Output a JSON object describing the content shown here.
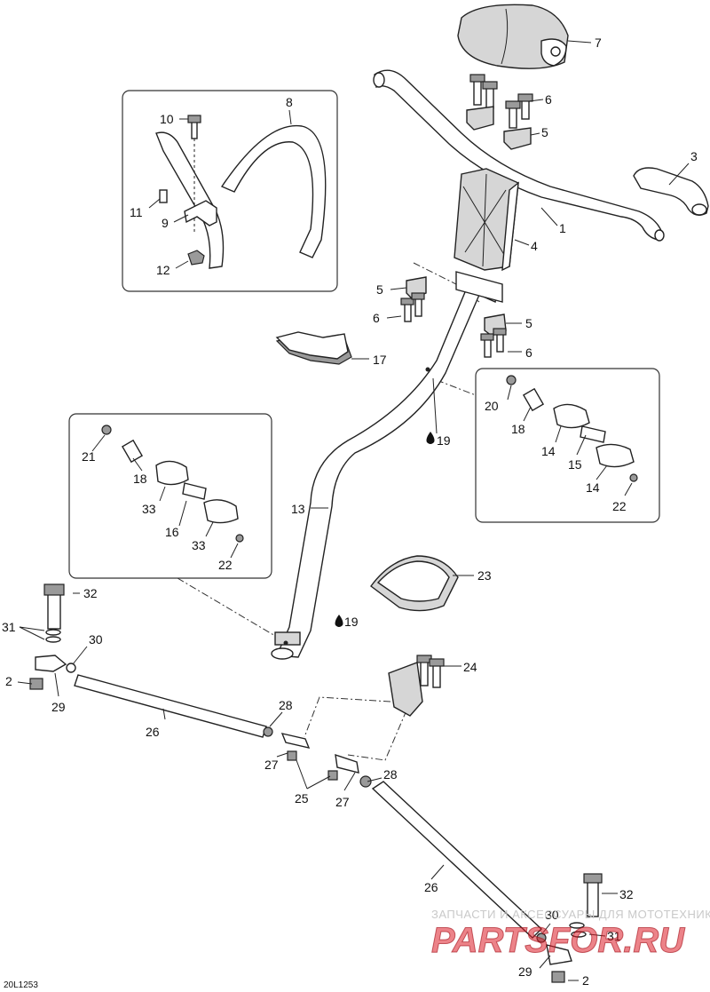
{
  "diagram_code": "20L1253",
  "watermark": {
    "tagline": "ЗАПЧАСТИ И АКСЕССУАРЫ ДЛЯ МОТОТЕХНИКИ",
    "site": "PARTSFOR.RU"
  },
  "callouts": [
    {
      "id": "c7",
      "text": "7"
    },
    {
      "id": "c6a",
      "text": "6"
    },
    {
      "id": "c5a",
      "text": "5"
    },
    {
      "id": "c3",
      "text": "3"
    },
    {
      "id": "c1",
      "text": "1"
    },
    {
      "id": "c4",
      "text": "4"
    },
    {
      "id": "c5b",
      "text": "5"
    },
    {
      "id": "c6b",
      "text": "6"
    },
    {
      "id": "c5c",
      "text": "5"
    },
    {
      "id": "c6c",
      "text": "6"
    },
    {
      "id": "c17",
      "text": "17"
    },
    {
      "id": "c10",
      "text": "10"
    },
    {
      "id": "c8",
      "text": "8"
    },
    {
      "id": "c11",
      "text": "11"
    },
    {
      "id": "c9",
      "text": "9"
    },
    {
      "id": "c12",
      "text": "12"
    },
    {
      "id": "c20",
      "text": "20"
    },
    {
      "id": "c18a",
      "text": "18"
    },
    {
      "id": "c14a",
      "text": "14"
    },
    {
      "id": "c15",
      "text": "15"
    },
    {
      "id": "c14b",
      "text": "14"
    },
    {
      "id": "c22a",
      "text": "22"
    },
    {
      "id": "c19a",
      "text": "19"
    },
    {
      "id": "c21",
      "text": "21"
    },
    {
      "id": "c18b",
      "text": "18"
    },
    {
      "id": "c33a",
      "text": "33"
    },
    {
      "id": "c16",
      "text": "16"
    },
    {
      "id": "c33b",
      "text": "33"
    },
    {
      "id": "c22b",
      "text": "22"
    },
    {
      "id": "c13",
      "text": "13"
    },
    {
      "id": "c23",
      "text": "23"
    },
    {
      "id": "c19b",
      "text": "19"
    },
    {
      "id": "c32a",
      "text": "32"
    },
    {
      "id": "c31a",
      "text": "31"
    },
    {
      "id": "c30a",
      "text": "30"
    },
    {
      "id": "c2a",
      "text": "2"
    },
    {
      "id": "c29a",
      "text": "29"
    },
    {
      "id": "c26a",
      "text": "26"
    },
    {
      "id": "c28a",
      "text": "28"
    },
    {
      "id": "c27a",
      "text": "27"
    },
    {
      "id": "c24",
      "text": "24"
    },
    {
      "id": "c25",
      "text": "25"
    },
    {
      "id": "c27b",
      "text": "27"
    },
    {
      "id": "c28b",
      "text": "28"
    },
    {
      "id": "c26b",
      "text": "26"
    },
    {
      "id": "c32b",
      "text": "32"
    },
    {
      "id": "c30b",
      "text": "30"
    },
    {
      "id": "c31b",
      "text": "31"
    },
    {
      "id": "c29b",
      "text": "29"
    },
    {
      "id": "c2b",
      "text": "2"
    }
  ],
  "colors": {
    "line": "#222222",
    "part_fill": "#ffffff",
    "shade": "#d6d6d6",
    "watermark_red": "#dc1e28"
  }
}
